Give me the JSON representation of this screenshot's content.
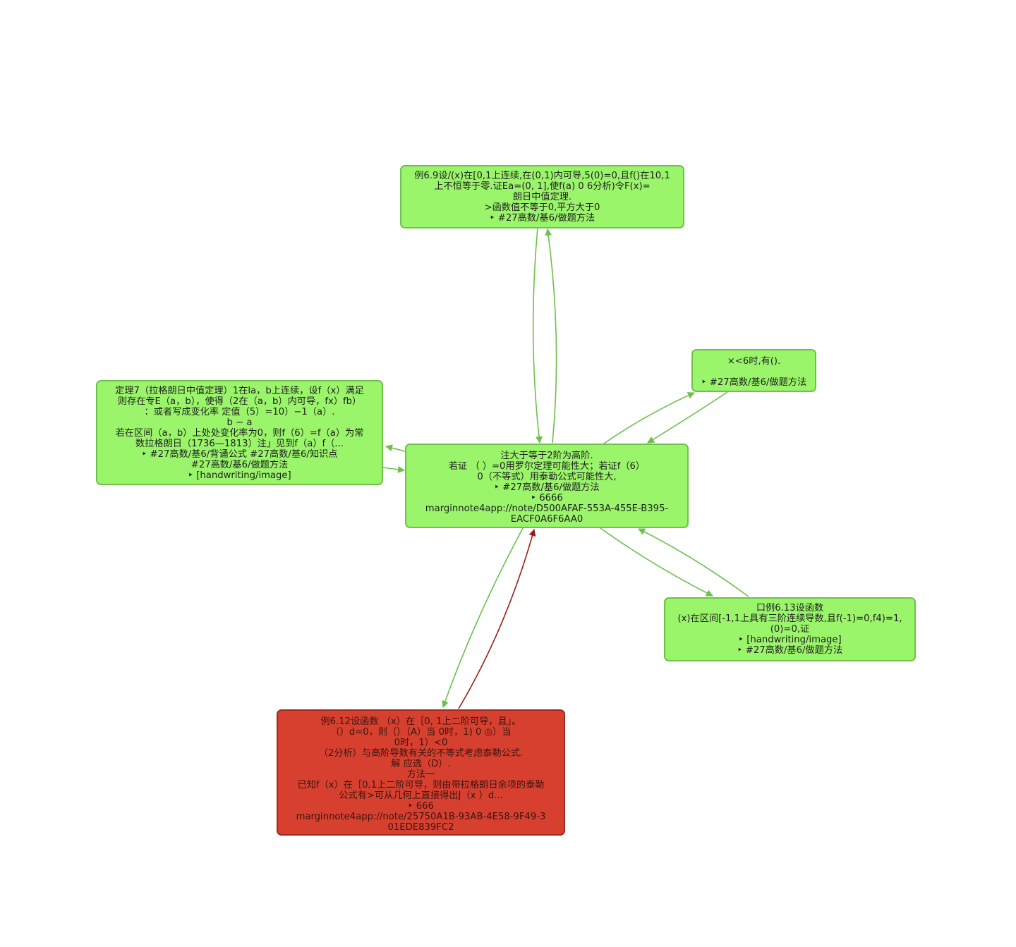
{
  "nodes": [
    {
      "id": "n-example-6-9",
      "style": "green",
      "lines": [
        "例6.9设/(x)在[0,1上连续,在(0,1)内可导,5(0)=0,且f()在10,1",
        "上不恒等于零.证Ea=(0, 1],使f(a) 0 6分析)令F(x)=",
        "朗日中值定理.",
        ">函数值不等于0,平方大于0",
        "‣ #27高数/基6/做题方法"
      ]
    },
    {
      "id": "n-x-lt-6",
      "style": "green",
      "lines": [
        "×<6时,有().",
        "",
        "‣ #27高数/基6/做题方法"
      ]
    },
    {
      "id": "n-theorem-7",
      "style": "green",
      "lines": [
        "定理7（拉格朗日中值定理）1在la，b上连续，设f（x）满足",
        "则存在专E（a，b），使得（2在（a，b）内可导，fx）fb）",
        "：或者写成变化率 定值（5）=10）−1（a）.",
        "b − a",
        "若在区间（a，b）上处处变化率为0，则f（6）=f（a）为常",
        "数拉格朗日（1736—1813）注」见到f（a）f（...",
        "‣ #27高数/基6/背诵公式 #27高数/基6/知识点",
        "#27高数/基6/做题方法",
        "‣ [handwriting/image]"
      ]
    },
    {
      "id": "n-center",
      "style": "green",
      "lines": [
        "注大于等于2阶为高阶.",
        "若证 （ ）=0用罗尔定理可能性大；若证f（6）",
        "0（不等式）用泰勒公式可能性大,",
        "‣ #27高数/基6/做题方法",
        "‣ 6666",
        "marginnote4app://note/D500AFAF-553A-455E-B395-",
        "EACF0A6F6AA0"
      ]
    },
    {
      "id": "n-example-6-13",
      "style": "green",
      "lines": [
        "口例6.13设函数",
        "(x)在区间[-1,1上具有三阶连续导数,且f(-1)=0,f4)=1,",
        "(0)=0,证",
        "‣ [handwriting/image]",
        "‣ #27高数/基6/做题方法"
      ]
    },
    {
      "id": "n-example-6-12",
      "style": "red",
      "lines": [
        "例6.12设函数 （x）在［0, 1上二阶可导，且」。",
        "（）d=0，则（）（A）当 0时，1) 0 ◎）当",
        "0时，1）<0",
        "（2分析）与高阶导数有关的不等式考虑泰勒公式.",
        "解 应选（D）.",
        "方法一",
        "已知f（x）在［0,1上二阶可导，则由带拉格朗日余项的泰勒",
        "公式有>可从几何上直接得出J（x ）d...",
        "‣ 666",
        "marginnote4app://note/25750A1B-93AB-4E58-9F49-3",
        "01EDE839FC2"
      ]
    }
  ],
  "colors": {
    "node_green": "#9af56b",
    "node_green_border": "#6fc14c",
    "node_red": "#d7402f",
    "node_red_border": "#a02a1f",
    "edge_green": "#6cc04a",
    "edge_red": "#9b1f14"
  }
}
